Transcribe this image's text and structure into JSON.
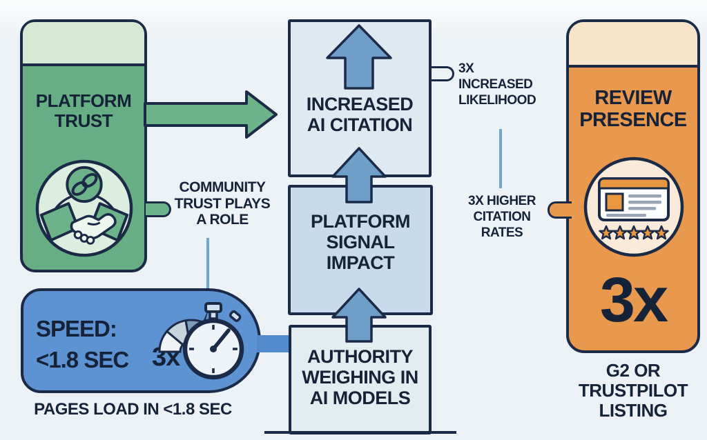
{
  "palette": {
    "background": "#ecf1f6",
    "outline_navy": "#1b2a47",
    "text_navy": "#152238",
    "green": "#68ae85",
    "green_light_band": "#d6e9d5",
    "blue_card": "#5d92d3",
    "box_top_fill": "#dfe9f2",
    "box_mid_fill": "#c8dbea",
    "box_bottom_fill": "#e3ecf0",
    "arrow_blue": "#6f9fc8",
    "orange": "#e8994e",
    "peach_band": "#f7e4ca",
    "connector_light_blue": "#6fa8cc"
  },
  "trust_card": {
    "label_lines": [
      "PLATFORM",
      "TRUST"
    ],
    "icon": "handshake-link-icon"
  },
  "community_note": {
    "lines": [
      "COMMUNITY",
      "TRUST PLAYS",
      "A ROLE"
    ]
  },
  "speed_card": {
    "title_lines": [
      "SPEED:",
      "<1.8 SEC"
    ],
    "multiplier": "3x",
    "icon": "stopwatch-gauge-icon"
  },
  "speed_caption": "PAGES LOAD IN <1.8 SEC",
  "flow": {
    "top_box": {
      "lines": [
        "INCREASED",
        "AI CITATION"
      ]
    },
    "middle_box": {
      "lines": [
        "PLATFORM",
        "SIGNAL",
        "IMPACT"
      ]
    },
    "bottom_box": {
      "lines": [
        "AUTHORITY",
        "WEIGHING IN",
        "AI MODELS"
      ]
    }
  },
  "annotations": {
    "likelihood": {
      "lines": [
        "3X",
        "INCREASED",
        "LIKELIHOOD"
      ]
    },
    "citation_rates": {
      "lines": [
        "3X HIGHER",
        "CITATION",
        "RATES"
      ]
    }
  },
  "review_card": {
    "label_lines": [
      "REVIEW",
      "PRESENCE"
    ],
    "multiplier": "3x",
    "icon": "review-stars-icon"
  },
  "review_caption": {
    "lines": [
      "G2 OR",
      "TRUSTPILOT",
      "LISTING"
    ]
  }
}
